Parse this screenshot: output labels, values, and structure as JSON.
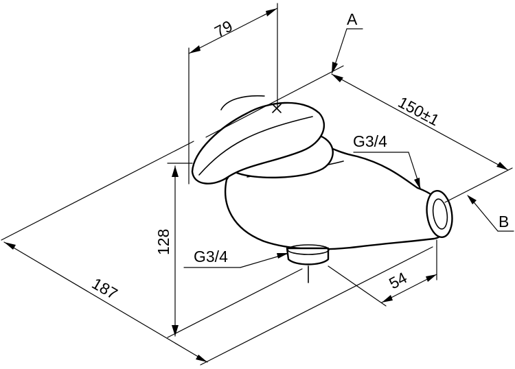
{
  "drawing": {
    "dimensions": {
      "width_79": "79",
      "length_150": "150±1",
      "height_128": "128",
      "depth_187": "187",
      "outlet_54": "54"
    },
    "threads": {
      "top_connection": "G3/4",
      "bottom_connection": "G3/4"
    },
    "references": {
      "a": "A",
      "b": "B"
    }
  }
}
